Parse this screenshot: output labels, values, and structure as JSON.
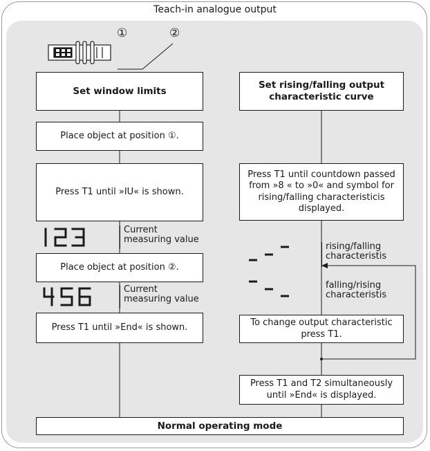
{
  "title": "Teach-in analogue output",
  "markers": {
    "pos1": "①",
    "pos2": "②"
  },
  "left": {
    "header": "Set window limits",
    "step1": "Place object at position ①.",
    "step2": "Press T1 until »IU« is shown.",
    "display1": "123",
    "display1_label": "Current measuring value",
    "step3": "Place object at position ②.",
    "display2": "456",
    "display2_label": "Current measuring value",
    "step4": "Press T1 until »End« is shown."
  },
  "right": {
    "header": "Set rising/falling output characteristic curve",
    "step1": "Press T1 until countdown passed from »8 « to »0« and symbol for rising/falling characteristicis displayed.",
    "symbol1_label": "rising/falling characteristis",
    "symbol2_label": "falling/rising characteristis",
    "step2": "To change output characteristic press T1.",
    "step3": "Press T1 and T2 simultaneously until »End« is displayed."
  },
  "footer": "Normal operating mode",
  "colors": {
    "panel": "#e6e6e6",
    "border": "#9a9a9a",
    "line": "#1a1a1a"
  }
}
